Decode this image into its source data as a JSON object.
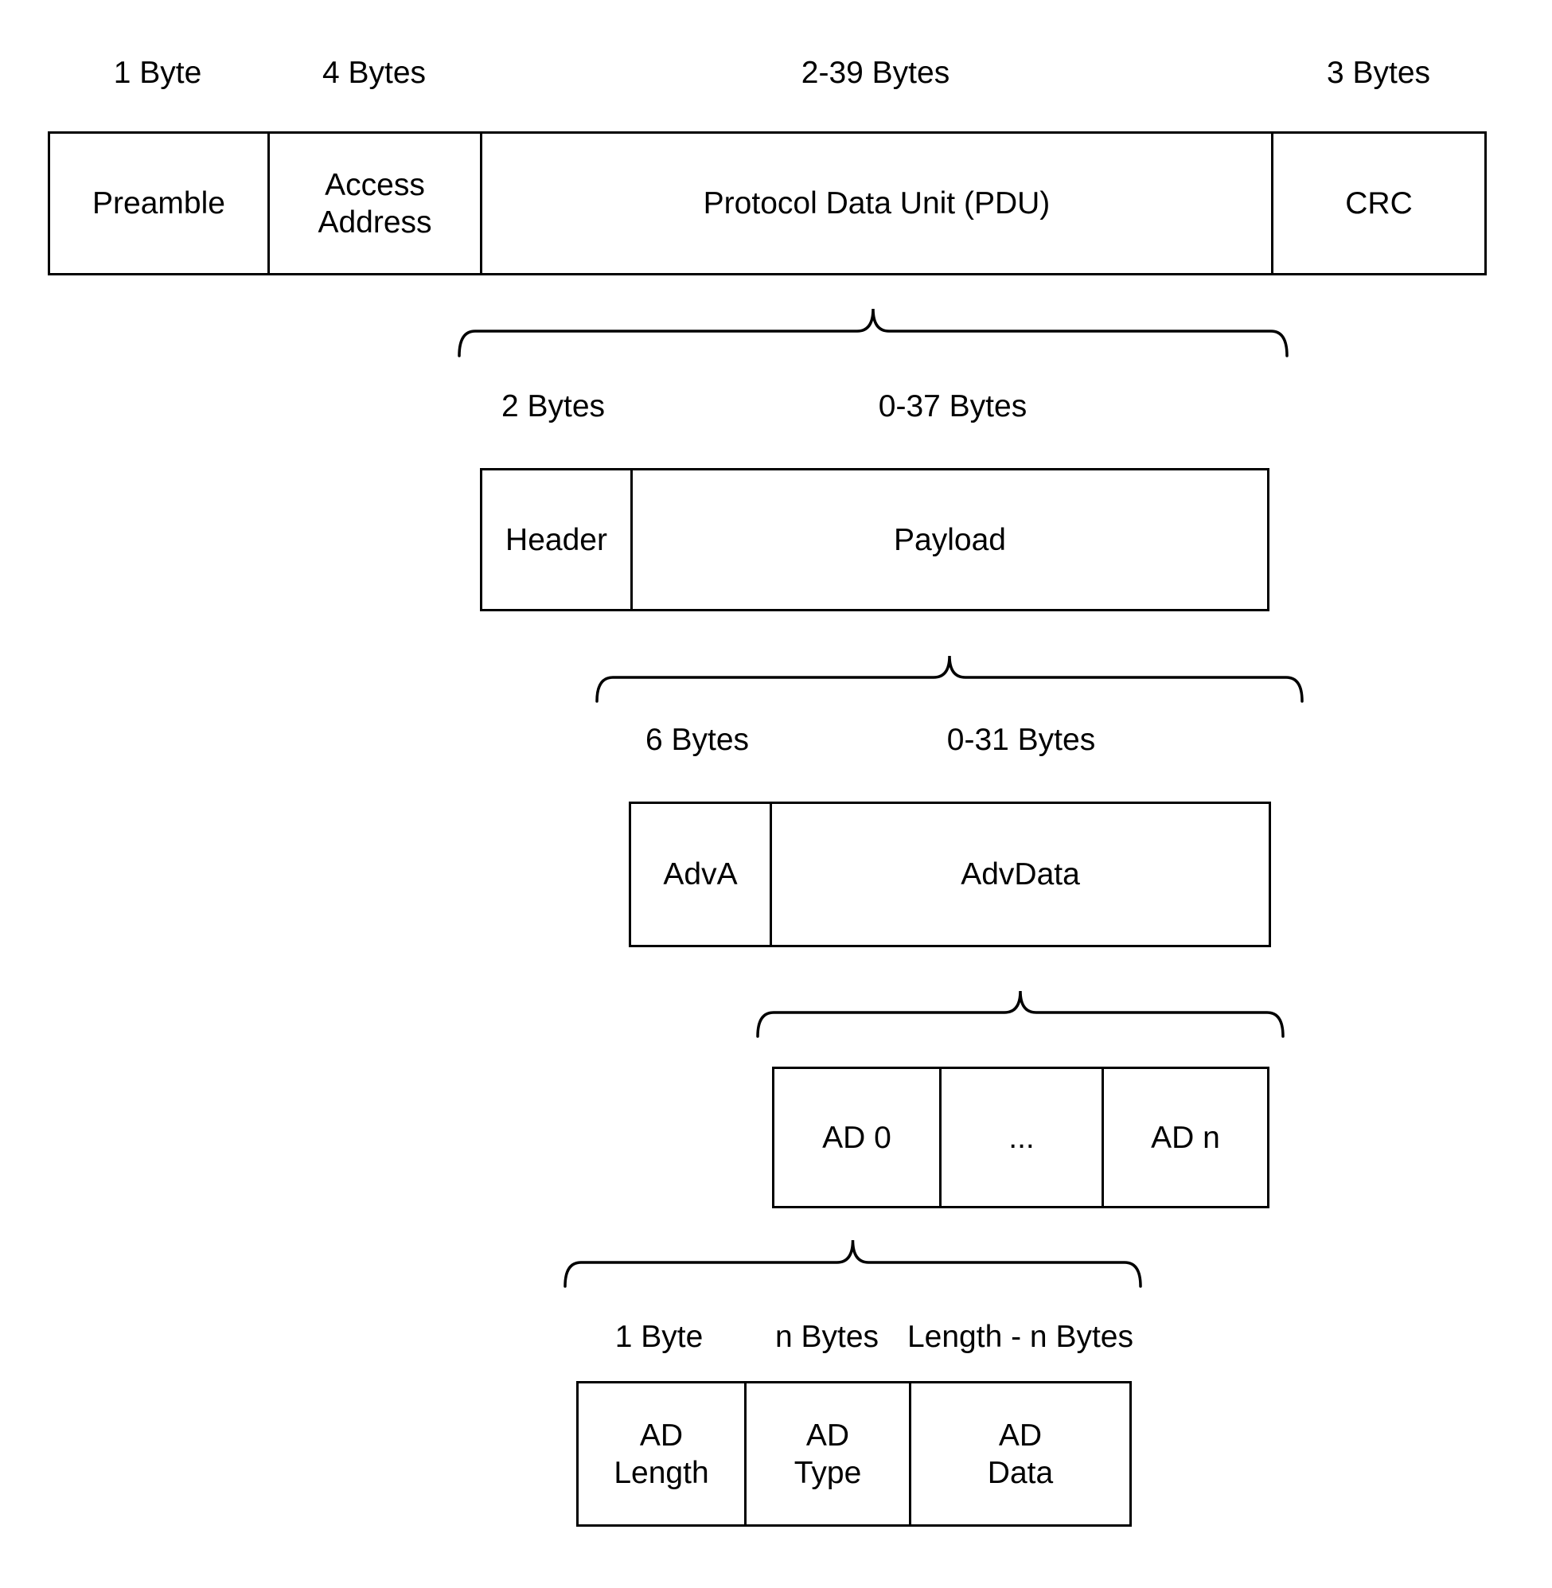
{
  "colors": {
    "background": "#ffffff",
    "line": "#000000",
    "text": "#000000"
  },
  "packet_row": {
    "size_labels": [
      "1 Byte",
      "4 Bytes",
      "2-39 Bytes",
      "3 Bytes"
    ],
    "fields": [
      "Preamble",
      "Access\nAddress",
      "Protocol Data Unit (PDU)",
      "CRC"
    ]
  },
  "pdu_row": {
    "size_labels": [
      "2 Bytes",
      "0-37 Bytes"
    ],
    "fields": [
      "Header",
      "Payload"
    ]
  },
  "payload_row": {
    "size_labels": [
      "6 Bytes",
      "0-31 Bytes"
    ],
    "fields": [
      "AdvA",
      "AdvData"
    ]
  },
  "advdata_row": {
    "fields": [
      "AD 0",
      "...",
      "AD n"
    ]
  },
  "ad_structure_row": {
    "size_labels": [
      "1 Byte",
      "n Bytes",
      "Length - n Bytes"
    ],
    "fields": [
      "AD\nLength",
      "AD\nType",
      "AD\nData"
    ]
  }
}
